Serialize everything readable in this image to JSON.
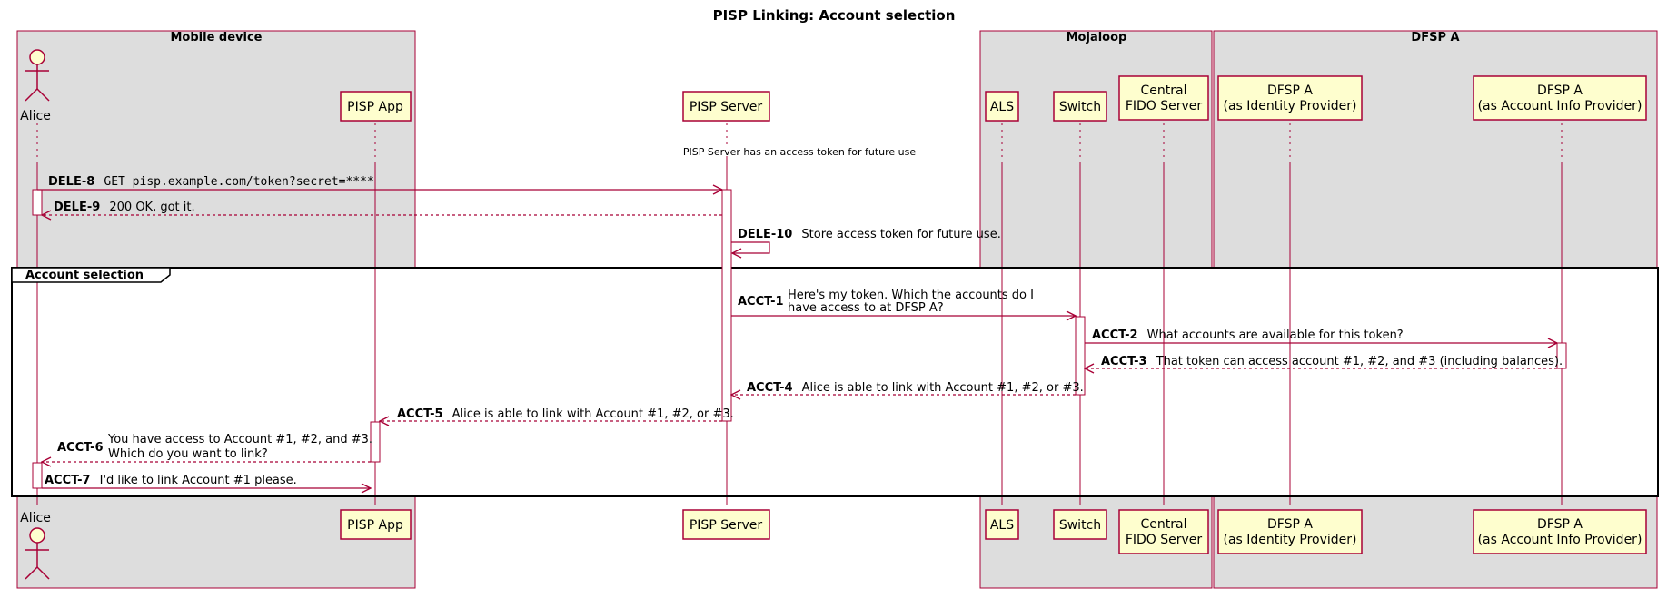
{
  "title": "PISP Linking: Account selection",
  "colors": {
    "accent": "#A80036",
    "participant_fill": "#FEFECE",
    "box_background": "#DDDDDD",
    "activation_fill": "#FFFFFF"
  },
  "boxes": [
    {
      "id": "mobile",
      "label": "Mobile device"
    },
    {
      "id": "mojaloop",
      "label": "Mojaloop"
    },
    {
      "id": "dfspa",
      "label": "DFSP A"
    }
  ],
  "participants": [
    {
      "id": "alice",
      "type": "actor",
      "lines": [
        "Alice"
      ]
    },
    {
      "id": "app",
      "type": "participant",
      "lines": [
        "PISP App"
      ]
    },
    {
      "id": "server",
      "type": "participant",
      "lines": [
        "PISP Server"
      ]
    },
    {
      "id": "als",
      "type": "participant",
      "lines": [
        "ALS"
      ]
    },
    {
      "id": "switch",
      "type": "participant",
      "lines": [
        "Switch"
      ]
    },
    {
      "id": "fido",
      "type": "participant",
      "lines": [
        "Central",
        "FIDO Server"
      ]
    },
    {
      "id": "dfspid",
      "type": "participant",
      "lines": [
        "DFSP A",
        "(as Identity Provider)"
      ]
    },
    {
      "id": "dfspacct",
      "type": "participant",
      "lines": [
        "DFSP A",
        "(as Account Info Provider)"
      ]
    }
  ],
  "note": "PISP Server has an access token for future use",
  "group": {
    "label": "Account selection"
  },
  "messages": [
    {
      "id": "DELE-8",
      "from": "alice",
      "to": "server",
      "style": "solid",
      "text": "GET pisp.example.com/token?secret=****",
      "mono": true
    },
    {
      "id": "DELE-9",
      "from": "server",
      "to": "alice",
      "style": "dashed",
      "text": "200 OK, got it."
    },
    {
      "id": "DELE-10",
      "from": "server",
      "to": "server",
      "style": "self",
      "text": "Store access token for future use."
    },
    {
      "id": "ACCT-1",
      "from": "server",
      "to": "switch",
      "style": "solid",
      "text": "Here's my token. Which the accounts do I",
      "text2": "have access to at DFSP A?"
    },
    {
      "id": "ACCT-2",
      "from": "switch",
      "to": "dfspacct",
      "style": "solid",
      "text": "What accounts are available for this token?"
    },
    {
      "id": "ACCT-3",
      "from": "dfspacct",
      "to": "switch",
      "style": "dashed",
      "text": "That token can access account #1, #2, and #3 (including balances)."
    },
    {
      "id": "ACCT-4",
      "from": "switch",
      "to": "server",
      "style": "dashed",
      "text": "Alice is able to link with Account #1, #2, or #3."
    },
    {
      "id": "ACCT-5",
      "from": "server",
      "to": "app",
      "style": "dashed",
      "text": "Alice is able to link with Account #1, #2, or #3."
    },
    {
      "id": "ACCT-6",
      "from": "app",
      "to": "alice",
      "style": "dashed",
      "text": "You have access to Account #1, #2, and #3.",
      "text2": "Which do you want to link?"
    },
    {
      "id": "ACCT-7",
      "from": "alice",
      "to": "app",
      "style": "solid",
      "text": "I'd like to link Account #1 please."
    }
  ]
}
